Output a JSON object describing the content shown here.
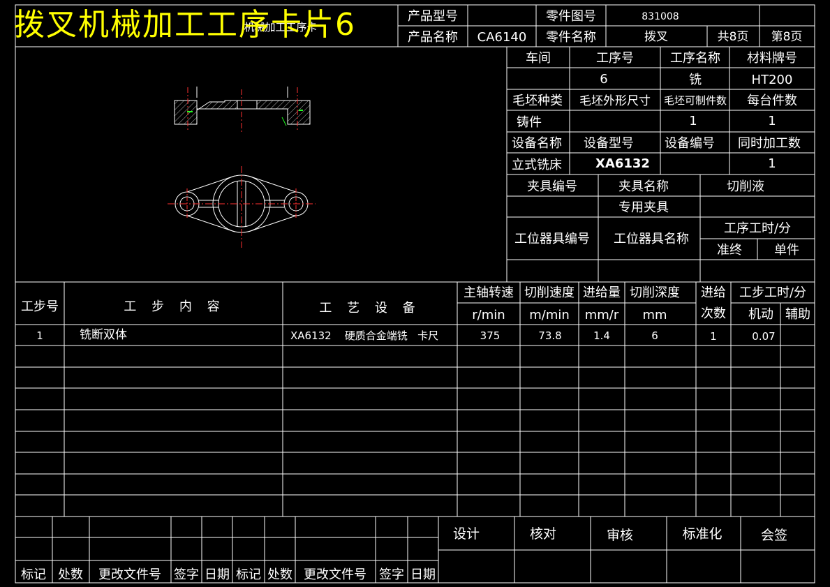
{
  "overlay_title": "拨叉机械加工工序卡片6",
  "header": {
    "process_card": "机械加工工序卡",
    "product_model_label": "产品型号",
    "product_model_value": "",
    "product_name_label": "产品名称",
    "product_name_value": "CA6140",
    "part_drawing_label": "零件图号",
    "part_drawing_value": "831008",
    "part_name_label": "零件名称",
    "part_name_value": "拨叉",
    "total_pages": "共8页",
    "page_no": "第8页"
  },
  "info": {
    "workshop_label": "车间",
    "op_no_label": "工序号",
    "op_name_label": "工序名称",
    "material_label": "材料牌号",
    "workshop_value": "",
    "op_no_value": "6",
    "op_name_value": "铣",
    "material_value": "HT200",
    "blank_type_label": "毛坯种类",
    "blank_size_label": "毛坯外形尺寸",
    "blank_count_label": "毛坯可制件数",
    "per_unit_label": "每台件数",
    "blank_type_value": "铸件",
    "blank_size_value": "",
    "blank_count_value": "1",
    "per_unit_value": "1",
    "equip_name_label": "设备名称",
    "equip_model_label": "设备型号",
    "equip_no_label": "设备编号",
    "simul_label": "同时加工数",
    "equip_name_value": "立式铣床",
    "equip_model_value": "XA6132",
    "equip_no_value": "",
    "simul_value": "1",
    "fixture_no_label": "夹具编号",
    "fixture_name_label": "夹具名称",
    "coolant_label": "切削液",
    "fixture_no_value": "",
    "fixture_name_value": "专用夹具",
    "coolant_value": "",
    "station_no_label": "工位器具编号",
    "station_name_label": "工位器具名称",
    "op_time_label": "工序工时/分",
    "prep_label": "准终",
    "unit_label": "单件"
  },
  "steps_table": {
    "col_step": "工步号",
    "col_content": "工 步 内 容",
    "col_equipment": "工 艺 设 备",
    "col_spindle": "主轴转速",
    "col_speed": "切削速度",
    "col_feed": "进给量",
    "col_depth": "切削深度",
    "col_passes_1": "进给",
    "col_passes_2": "次数",
    "col_time": "工步工时/分",
    "unit_spindle": "r/min",
    "unit_speed": "m/min",
    "unit_feed": "mm/r",
    "unit_depth": "mm",
    "col_machine": "机动",
    "col_aux": "辅助",
    "rows": [
      {
        "step": "1",
        "content": "铣断双体",
        "equipment": "XA6132    硬质合金端铣   卡尺",
        "spindle": "375",
        "speed": "73.8",
        "feed": "1.4",
        "depth": "6",
        "passes": "1",
        "machine": "0.07",
        "aux": ""
      }
    ]
  },
  "footer": {
    "mark": "标记",
    "count": "处数",
    "change_doc": "更改文件号",
    "sign": "签字",
    "date": "日期",
    "design": "设计",
    "check": "核对",
    "review": "审核",
    "standard": "标准化",
    "countersign": "会签"
  }
}
